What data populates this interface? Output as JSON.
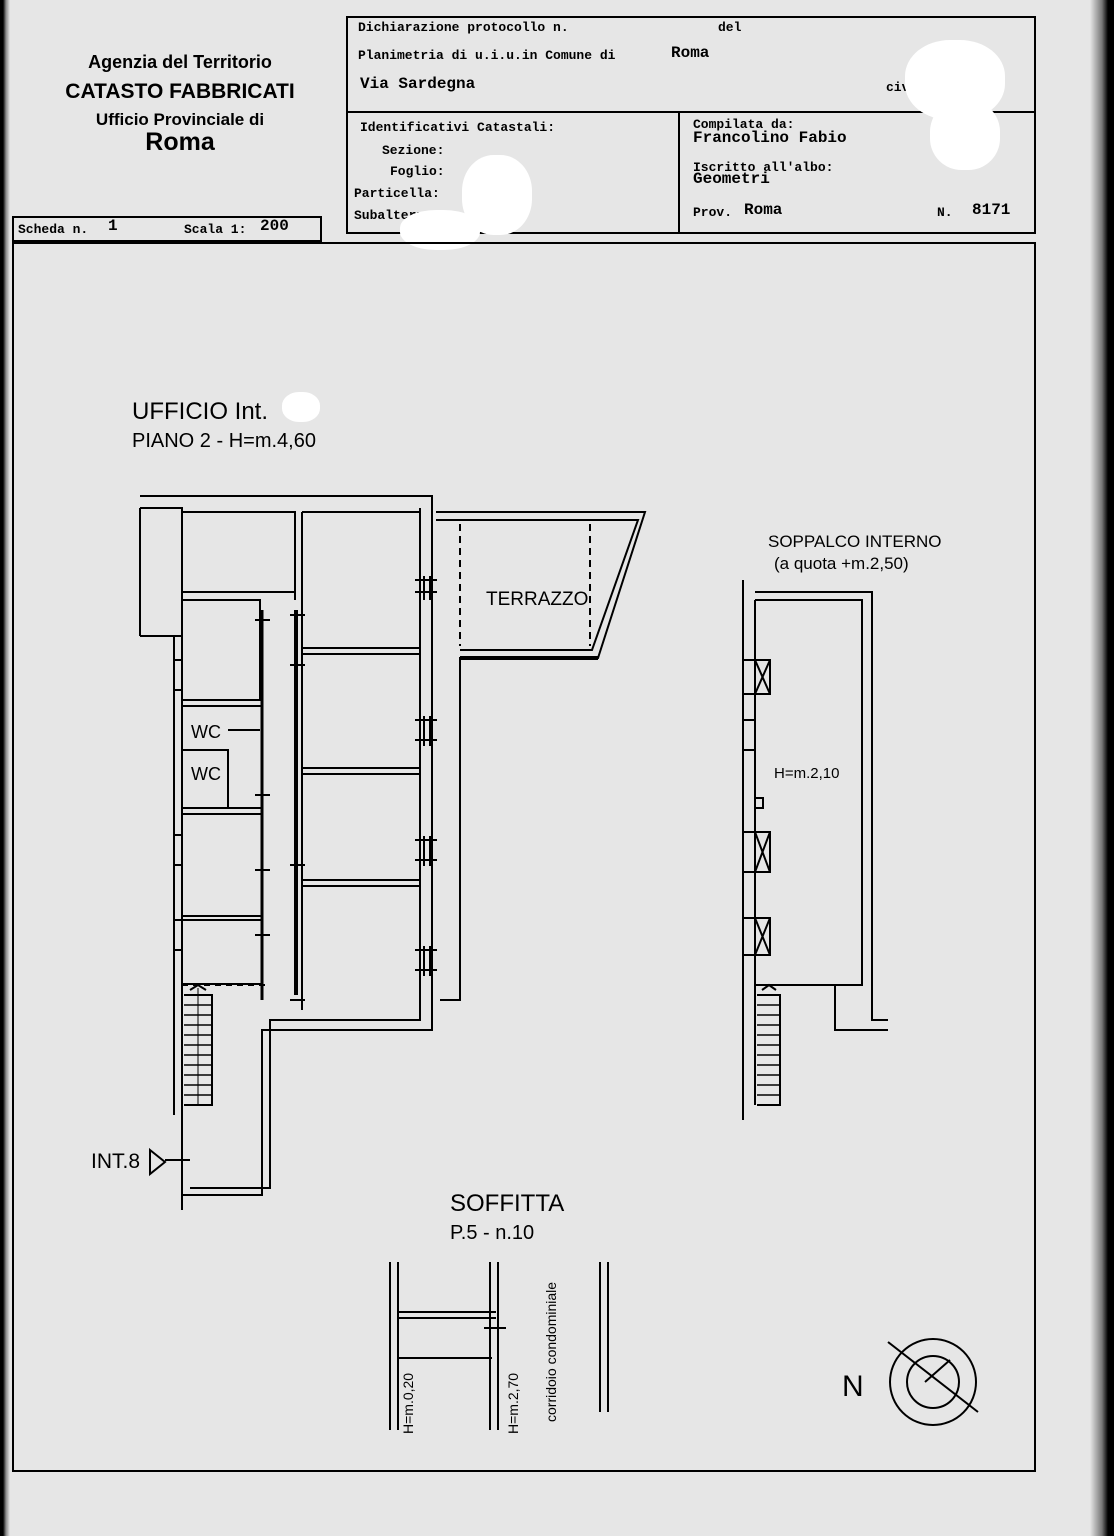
{
  "agency": {
    "line1": "Agenzia del Territorio",
    "line2": "CATASTO FABBRICATI",
    "line3": "Ufficio Provinciale di",
    "line4": "Roma"
  },
  "scheda": {
    "label": "Scheda n.",
    "value": "1"
  },
  "scala": {
    "label": "Scala 1:",
    "value": "200"
  },
  "header": {
    "protocollo_label": "Dichiarazione protocollo n.",
    "del_label": "del",
    "planimetria_label": "Planimetria di u.i.u.in Comune di",
    "comune": "Roma",
    "address": "Via Sardegna",
    "civ_label": "civ"
  },
  "identificativi": {
    "title": "Identificativi Catastali:",
    "sezione_label": "Sezione:",
    "foglio_label": "Foglio:",
    "particella_label": "Particella:",
    "subalterno_label": "Subalterno:"
  },
  "compilata": {
    "label": "Compilata da:",
    "name": "Francolino Fabio",
    "albo_label": "Iscritto all'albo:",
    "albo": "Geometri",
    "prov_label": "Prov.",
    "prov": "Roma",
    "n_label": "N.",
    "n_value": "8171"
  },
  "plan": {
    "ufficio_title": "UFFICIO Int.",
    "ufficio_sub": "PIANO 2 - H=m.4,60",
    "terrazzo": "TERRAZZO",
    "wc1": "WC",
    "wc2": "WC",
    "int8": "INT.8",
    "soppalco_title": "SOPPALCO INTERNO",
    "soppalco_sub": "(a quota +m.2,50)",
    "soppalco_h": "H=m.2,10",
    "soffitta_title": "SOFFITTA",
    "soffitta_sub": "P.5 - n.10",
    "h_020": "H=m.0,20",
    "h_270": "H=m.2,70",
    "corridoio": "corridoio condominiale",
    "north": "N"
  }
}
